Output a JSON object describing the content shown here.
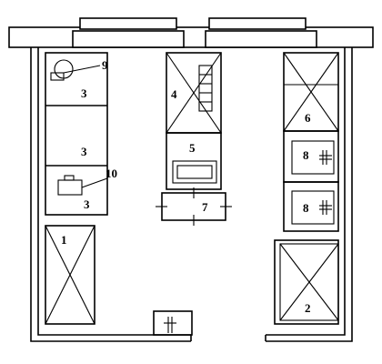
{
  "diagram": {
    "type": "floor-plan-equipment-layout",
    "labels": {
      "l1": "1",
      "l2": "2",
      "l3a": "3",
      "l3b": "3",
      "l3c": "3",
      "l4": "4",
      "l5": "5",
      "l6": "6",
      "l7": "7",
      "l8a": "8",
      "l8b": "8",
      "l9": "9",
      "l10": "10"
    }
  }
}
